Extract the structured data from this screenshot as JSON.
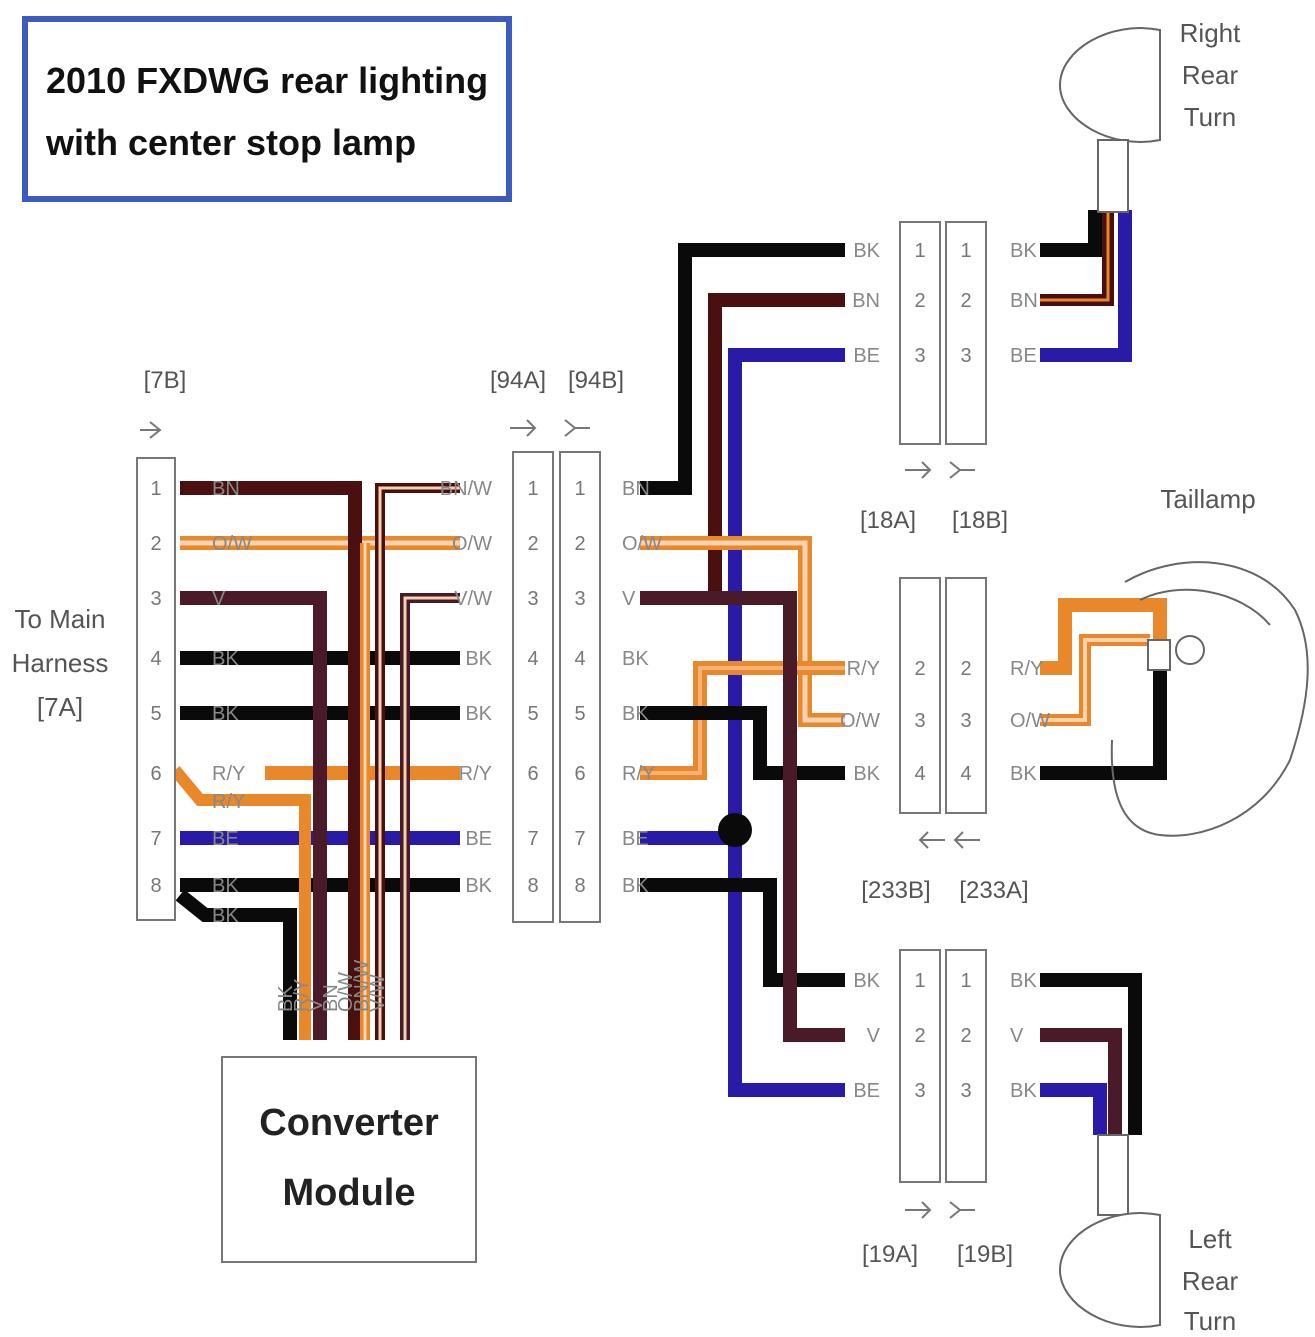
{
  "title": {
    "line1": "2010 FXDWG rear lighting",
    "line2": "with center stop lamp"
  },
  "harness": {
    "line1": "To Main",
    "line2": "Harness",
    "line3": "[7A]"
  },
  "connectors": {
    "c7b": "[7B]",
    "c94a": "[94A]",
    "c94b": "[94B]",
    "c18a": "[18A]",
    "c18b": "[18B]",
    "c233b": "[233B]",
    "c233a": "[233A]",
    "c19a": "[19A]",
    "c19b": "[19B]"
  },
  "lamps": {
    "right_turn": [
      "Right",
      "Rear",
      "Turn"
    ],
    "taillamp": "Taillamp",
    "left_turn": [
      "Left",
      "Rear",
      "Turn"
    ]
  },
  "converter": {
    "line1": "Converter",
    "line2": "Module"
  },
  "pins_8": [
    "1",
    "2",
    "3",
    "4",
    "5",
    "6",
    "7",
    "8"
  ],
  "codes_7b": [
    "BN",
    "O/W",
    "V",
    "BK",
    "BK",
    "R/Y",
    "BE",
    "BK"
  ],
  "codes_7b_extra": [
    "R/Y",
    "BK"
  ],
  "codes_94a": [
    "BN/W",
    "O/W",
    "V/W",
    "BK",
    "BK",
    "R/Y",
    "BE",
    "BK"
  ],
  "codes_94b": [
    "BN",
    "O/W",
    "V",
    "BK",
    "BK",
    "R/Y",
    "BE",
    "BK"
  ],
  "codes_18": {
    "left": [
      "BK",
      "BN",
      "BE"
    ],
    "right": [
      "BK",
      "BN",
      "BE"
    ],
    "pins": [
      "1",
      "2",
      "3"
    ]
  },
  "codes_233": {
    "left": [
      "R/Y",
      "O/W",
      "BK"
    ],
    "right": [
      "R/Y",
      "O/W",
      "BK"
    ],
    "pins": [
      "2",
      "3",
      "4"
    ]
  },
  "codes_19": {
    "left": [
      "BK",
      "V",
      "BE"
    ],
    "right": [
      "BK",
      "V",
      "BK"
    ],
    "pins": [
      "1",
      "2",
      "3"
    ]
  },
  "converter_pins": [
    "BK",
    "R/Y",
    "V",
    "BN",
    "O/W",
    "BN/W",
    "V/W"
  ],
  "colors": {
    "BK": "#0a0a0a",
    "BN": "#4a1010",
    "OW_orange": "#e8882a",
    "OW_white": "#f6d2b0",
    "V": "#4a1a28",
    "BE": "#2a1aa8",
    "RY_orange": "#e8882a",
    "frame": "#3a5cc0"
  }
}
